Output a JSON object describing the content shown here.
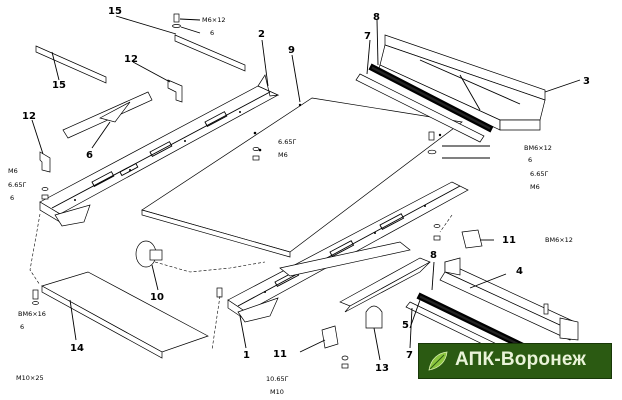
{
  "parts": {
    "p1": "1",
    "p2": "2",
    "p3": "3",
    "p4": "4",
    "p5": "5",
    "p6": "6",
    "p7a": "7",
    "p7b": "7",
    "p8a": "8",
    "p8b": "8",
    "p9": "9",
    "p10": "10",
    "p11a": "11",
    "p11b": "11",
    "p12a": "12",
    "p12b": "12",
    "p13": "13",
    "p14": "14",
    "p15a": "15",
    "p15b": "15"
  },
  "fasteners": {
    "top_bolt": "М6×12",
    "top_washer": "6",
    "mid_washer": "6.65Г",
    "mid_nut": "М6",
    "right_bolt": "ВМ6×12",
    "right_washer": "6",
    "right_washer2": "6.65Г",
    "right_nut": "М6",
    "left_nut": "М6",
    "left_washer": "6.65Г",
    "left_flat": "6",
    "far_right_bolt": "ВМ6×12",
    "bottom_left_bolt": "ВМ6×16",
    "bottom_left_washer": "6",
    "bottom_bolt": "М10×25",
    "bottom_washer": "10.65Г",
    "bottom_nut": "М10"
  },
  "watermark": {
    "text": "АПК-Воронеж",
    "color": "#2b5a12"
  }
}
